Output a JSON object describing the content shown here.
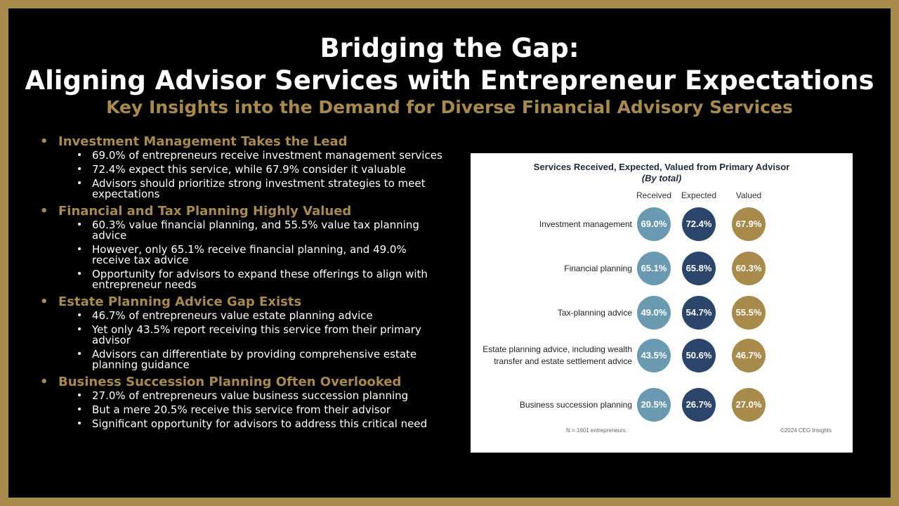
{
  "slide": {
    "title_line1": "Bridging the Gap:",
    "title_line2": "Aligning Advisor Services with Entrepreneur Expectations",
    "subtitle": "Key Insights into the Demand for Diverse Financial Advisory Services",
    "sections": [
      {
        "heading": "Investment Management Takes the Lead",
        "items": [
          "69.0% of entrepreneurs receive investment management services",
          "72.4% expect this service, while 67.9% consider it valuable",
          "Advisors should prioritize strong investment strategies to meet expectations"
        ]
      },
      {
        "heading": "Financial and Tax Planning Highly Valued",
        "items": [
          "60.3% value financial planning, and 55.5% value tax planning advice",
          "However, only 65.1% receive financial planning, and 49.0% receive tax advice",
          "Opportunity for advisors to expand these offerings to align with entrepreneur needs"
        ]
      },
      {
        "heading": "Estate Planning Advice Gap Exists",
        "items": [
          "46.7% of entrepreneurs value estate planning advice",
          "Yet only 43.5% report receiving this service from their primary advisor",
          "Advisors can differentiate by providing comprehensive estate planning guidance"
        ]
      },
      {
        "heading": "Business Succession Planning Often Overlooked",
        "items": [
          "27.0% of entrepreneurs value business succession planning",
          "But a mere 20.5% receive this service from their advisor",
          "Significant opportunity for advisors to address this critical need"
        ]
      }
    ]
  },
  "colors": {
    "frame": "#a88a4a",
    "background": "#000000",
    "accent_gold": "#a88a4a",
    "received": "#6a9ab2",
    "expected": "#2c456b",
    "valued": "#a88a4a"
  },
  "chart_data": {
    "type": "table",
    "title": "Services Received, Expected, Valued from Primary Advisor",
    "subtitle": "(By total)",
    "columns": [
      "Received",
      "Expected",
      "Valued"
    ],
    "rows": [
      {
        "label": "Investment management",
        "values": [
          "69.0%",
          "72.4%",
          "67.9%"
        ]
      },
      {
        "label": "Financial planning",
        "values": [
          "65.1%",
          "65.8%",
          "60.3%"
        ]
      },
      {
        "label": "Tax-planning advice",
        "values": [
          "49.0%",
          "54.7%",
          "55.5%"
        ]
      },
      {
        "label": "Estate planning advice, including wealth transfer and estate settlement advice",
        "values": [
          "43.5%",
          "50.6%",
          "46.7%"
        ]
      },
      {
        "label": "Business succession planning",
        "values": [
          "20.5%",
          "26.7%",
          "27.0%"
        ]
      }
    ],
    "note": "N = 1601 entrepreneurs.",
    "source": "©2024 CEG Insights"
  }
}
